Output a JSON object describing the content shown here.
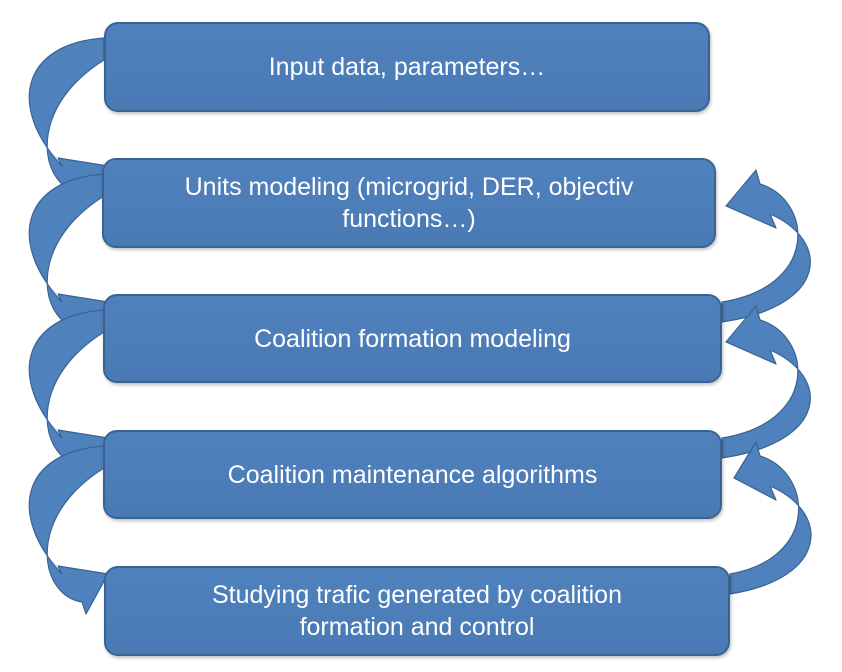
{
  "colors": {
    "box_fill": "#4f81bd",
    "box_border": "#3a6391",
    "arrow_fill": "#4f81bd",
    "arrow_stroke": "#3a6391",
    "text": "#ffffff"
  },
  "steps": [
    {
      "label": "Input data, parameters…"
    },
    {
      "label": "Units modeling (microgrid, DER, objectiv\nfunctions…)"
    },
    {
      "label": "Coalition formation modeling"
    },
    {
      "label": "Coalition maintenance algorithms"
    },
    {
      "label": "Studying trafic generated by  coalition\nformation and control"
    }
  ],
  "arrows": {
    "forward": [
      "step-1 to step-2",
      "step-2 to step-3",
      "step-3 to step-4",
      "step-4 to step-5"
    ],
    "feedback": [
      "step-3 to step-2",
      "step-4 to step-3",
      "step-5 to step-4"
    ]
  }
}
